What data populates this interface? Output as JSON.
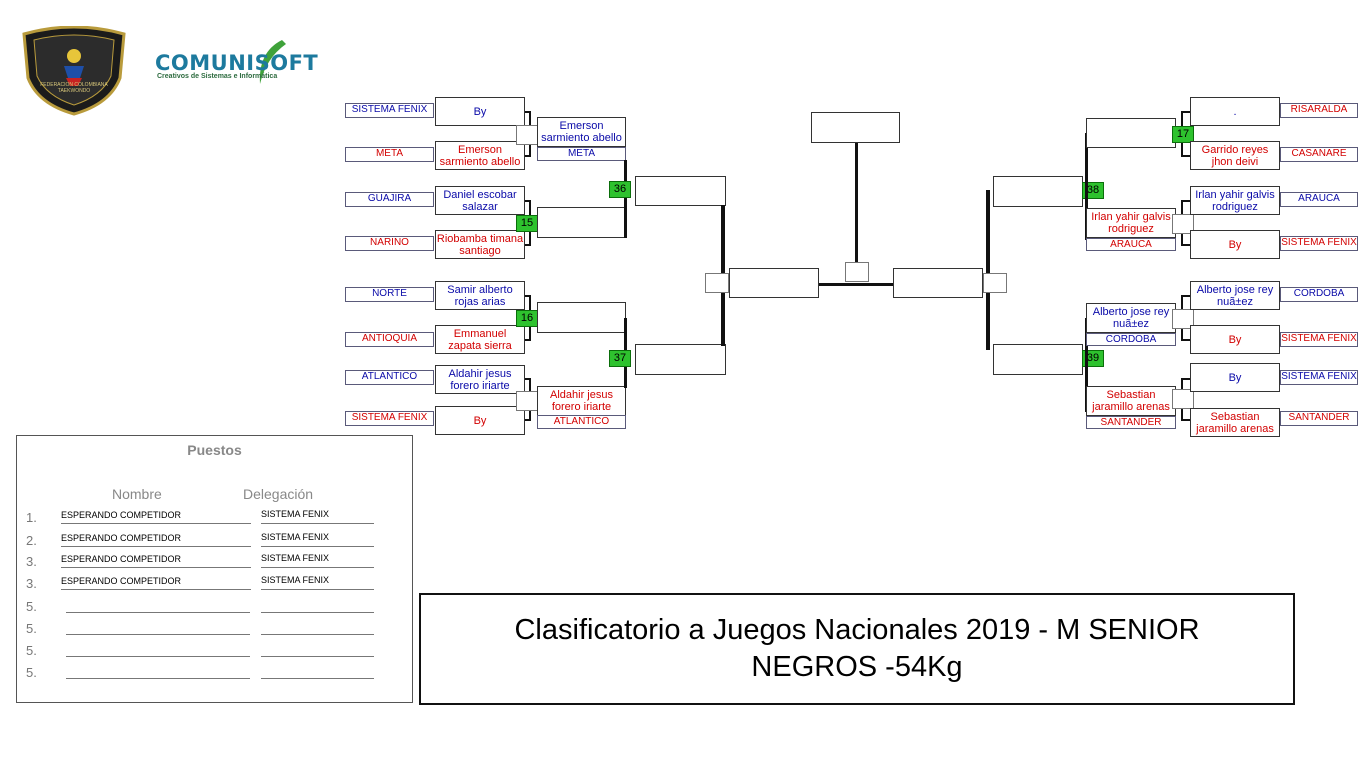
{
  "logos": {
    "federation": "FEDERACION COLOMBIANA TAEKWONDO",
    "brand": "COMUNISOFT",
    "brand_tagline": "Creativos de Sistemas e Informática"
  },
  "bracket": {
    "left": {
      "r1": [
        {
          "deleg": "SISTEMA FENIX",
          "name": "By"
        },
        {
          "deleg": "META",
          "name": "Emerson sarmiento abello"
        },
        {
          "deleg": "GUAJIRA",
          "name": "Daniel escobar salazar"
        },
        {
          "deleg": "NARINO",
          "name": "Riobamba timana santiago"
        },
        {
          "deleg": "NORTE",
          "name": "Samir alberto rojas arias"
        },
        {
          "deleg": "ANTIOQUIA",
          "name": "Emmanuel zapata sierra"
        },
        {
          "deleg": "ATLANTICO",
          "name": "Aldahir jesus forero iriarte"
        },
        {
          "deleg": "SISTEMA FENIX",
          "name": "By"
        }
      ],
      "r2": [
        {
          "name": "Emerson sarmiento abello",
          "deleg": "META"
        },
        {
          "name": "Aldahir jesus forero iriarte",
          "deleg": "ATLANTICO"
        }
      ],
      "match_numbers": [
        "15",
        "16",
        "36",
        "37"
      ]
    },
    "right": {
      "r1": [
        {
          "deleg": "RISARALDA",
          "name": "."
        },
        {
          "deleg": "CASANARE",
          "name": "Garrido reyes jhon deivi"
        },
        {
          "deleg": "ARAUCA",
          "name": "Irlan yahir galvis rodriguez"
        },
        {
          "deleg": "SISTEMA FENIX",
          "name": "By"
        },
        {
          "deleg": "CORDOBA",
          "name": "Alberto jose rey nuã±ez"
        },
        {
          "deleg": "SISTEMA FENIX",
          "name": "By"
        },
        {
          "deleg": "SISTEMA FENIX",
          "name": "By"
        },
        {
          "deleg": "SANTANDER",
          "name": "Sebastian jaramillo arenas"
        }
      ],
      "r2": [
        {
          "name": "Irlan yahir galvis rodriguez",
          "deleg": "ARAUCA"
        },
        {
          "name": "Alberto jose rey nuã±ez",
          "deleg": "CORDOBA"
        },
        {
          "name": "Sebastian jaramillo arenas",
          "deleg": "SANTANDER"
        }
      ],
      "match_numbers": [
        "17",
        "38",
        "39"
      ]
    }
  },
  "puestos": {
    "title": "Puestos",
    "col_name": "Nombre",
    "col_deleg": "Delegación",
    "rows": [
      {
        "pos": "1.",
        "name": "ESPERANDO COMPETIDOR",
        "deleg": "SISTEMA FENIX"
      },
      {
        "pos": "2.",
        "name": "ESPERANDO COMPETIDOR",
        "deleg": "SISTEMA FENIX"
      },
      {
        "pos": "3.",
        "name": "ESPERANDO COMPETIDOR",
        "deleg": "SISTEMA FENIX"
      },
      {
        "pos": "3.",
        "name": "ESPERANDO COMPETIDOR",
        "deleg": "SISTEMA FENIX"
      },
      {
        "pos": "5.",
        "name": "",
        "deleg": ""
      },
      {
        "pos": "5.",
        "name": "",
        "deleg": ""
      },
      {
        "pos": "5.",
        "name": "",
        "deleg": ""
      },
      {
        "pos": "5.",
        "name": "",
        "deleg": ""
      }
    ]
  },
  "title": {
    "line1": "Clasificatorio a Juegos Nacionales 2019 - M SENIOR",
    "line2": "NEGROS -54Kg"
  },
  "colors": {
    "blue": "#0a0aa8",
    "red": "#d20000",
    "match_number_bg": "#2ec22e"
  }
}
